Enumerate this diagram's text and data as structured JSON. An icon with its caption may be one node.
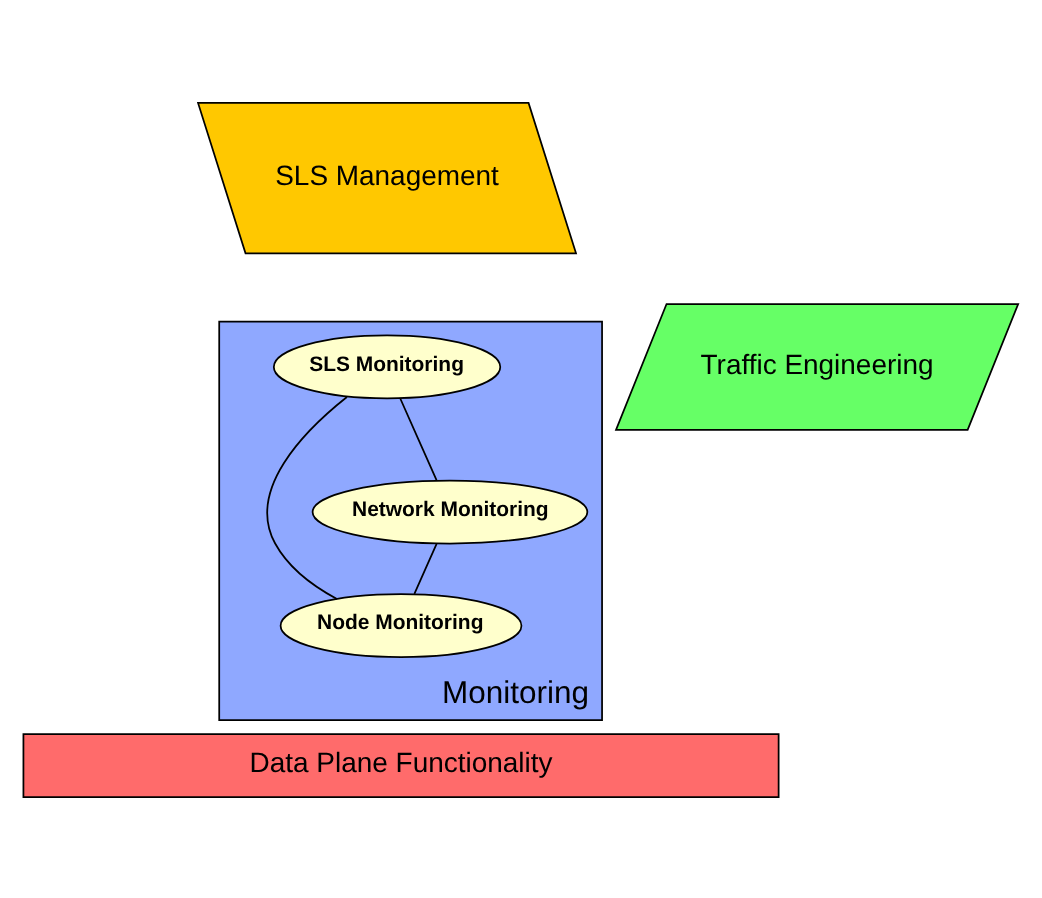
{
  "diagram": {
    "nodes": [
      {
        "text": [
          "SLS Management"
        ]
      },
      {
        "text": [
          "Traffic Engineering"
        ]
      },
      {
        "text": [
          "Monitoring"
        ]
      },
      {
        "text": [
          "SLS Monitoring"
        ],
        "in": 2
      },
      {
        "text": [
          "Network Monitoring"
        ],
        "in": 2
      },
      {
        "text": [
          "Node Monitoring"
        ],
        "in": 2
      },
      {
        "text": [
          "Data Plane Functionality"
        ]
      }
    ],
    "edges": [
      {
        "from": 3,
        "to": 4,
        "arrow": "none"
      },
      {
        "from": 3,
        "to": 5,
        "arrow": "none"
      },
      {
        "from": 4,
        "to": 5,
        "arrow": "none"
      }
    ]
  }
}
